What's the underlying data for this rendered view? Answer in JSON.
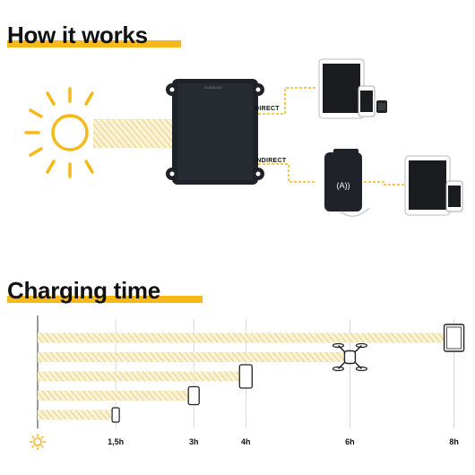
{
  "section1": {
    "heading": "How it works"
  },
  "diagram": {
    "direct_label": "DIRECT",
    "indirect_label": "INDIRECT",
    "panel_brand": "SUNSLICE",
    "icons": {
      "sun": "sun-icon",
      "panel": "solar-panel-icon",
      "direct_devices": [
        "tablet-icon",
        "smartphone-icon",
        "smartwatch-icon"
      ],
      "powerbank": "powerbank-icon",
      "indirect_devices": [
        "tablet-icon",
        "smartphone-icon"
      ]
    }
  },
  "section2": {
    "heading": "Charging time"
  },
  "colors": {
    "accent": "#f6b91a",
    "hatch": "#f1dfa0",
    "panel": "#1f2228"
  },
  "chart_data": {
    "type": "bar",
    "orientation": "horizontal",
    "categories": [
      "smartwatch",
      "smartphone",
      "phablet",
      "drone",
      "tablet"
    ],
    "values_hours": [
      1.5,
      3,
      4,
      6,
      8
    ],
    "x_tick_labels": [
      "1,5h",
      "3h",
      "4h",
      "6h",
      "8h"
    ],
    "x_ticks": [
      1.5,
      3,
      4,
      6,
      8
    ],
    "xlim": [
      0,
      8.3
    ],
    "grid": true,
    "axis_icon": "sun-icon",
    "bar_icons": [
      "smartwatch-icon",
      "smartphone-icon",
      "phablet-icon",
      "drone-icon",
      "tablet-icon"
    ]
  }
}
